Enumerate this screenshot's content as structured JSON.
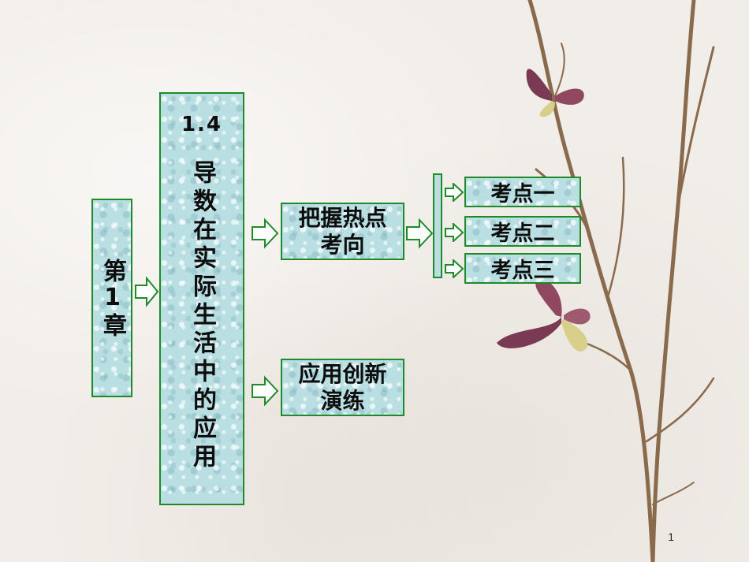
{
  "chapter": {
    "label": "第1章"
  },
  "section": {
    "number": "1.4",
    "title": "导数在实际生活中的应用"
  },
  "branches": {
    "hot_topics": "把握热点考向",
    "practice": "应用创新演练"
  },
  "points": [
    {
      "label": "考点一"
    },
    {
      "label": "考点二"
    },
    {
      "label": "考点三"
    }
  ],
  "page_number": "1",
  "colors": {
    "border": "#1f8a2a",
    "box_fill": "#b9dfe3",
    "branch": "#7a5a3c"
  }
}
